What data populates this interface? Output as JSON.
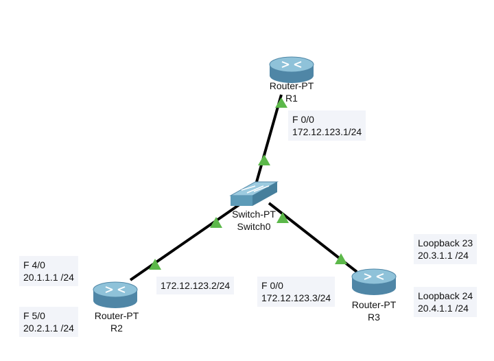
{
  "colors": {
    "link": "#000000",
    "port_up": "#5cb84a",
    "router_body": "#6fa5c0",
    "switch_body": "#5d9bb8",
    "note_bg": "#f2f4f9"
  },
  "devices": {
    "r1": {
      "type": "Router-PT",
      "name": "R1",
      "icon": "router-icon"
    },
    "r2": {
      "type": "Router-PT",
      "name": "R2",
      "icon": "router-icon"
    },
    "r3": {
      "type": "Router-PT",
      "name": "R3",
      "icon": "router-icon"
    },
    "sw": {
      "type": "Switch-PT",
      "name": "Switch0",
      "icon": "switch-icon"
    }
  },
  "notes": {
    "r1_f00": {
      "line1": "F 0/0",
      "line2": "172.12.123.1/24"
    },
    "r2_ip": {
      "line1": "172.12.123.2/24"
    },
    "r2_f40": {
      "line1": "F 4/0",
      "line2": "20.1.1.1 /24"
    },
    "r2_f50": {
      "line1": "F 5/0",
      "line2": "20.2.1.1 /24"
    },
    "r3_f00": {
      "line1": "F 0/0",
      "line2": "172.12.123.3/24"
    },
    "r3_lo23": {
      "line1": "Loopback 23",
      "line2": "20.3.1.1 /24"
    },
    "r3_lo24": {
      "line1": "Loopback 24",
      "line2": "20.4.1.1 /24"
    }
  }
}
